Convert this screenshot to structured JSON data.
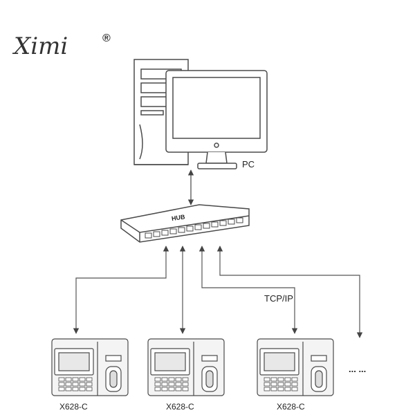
{
  "brand": {
    "name": "Ximi",
    "mark": "®"
  },
  "pc": {
    "label": "PC"
  },
  "hub": {
    "label": "HUB"
  },
  "link": {
    "label": "TCP/IP"
  },
  "devices": [
    {
      "label": "X628-C"
    },
    {
      "label": "X628-C"
    },
    {
      "label": "X628-C"
    }
  ],
  "more": {
    "label": "... ..."
  },
  "colors": {
    "line": "#555555",
    "device_body": "#f4f4f4",
    "outline": "#4a4a4a"
  }
}
